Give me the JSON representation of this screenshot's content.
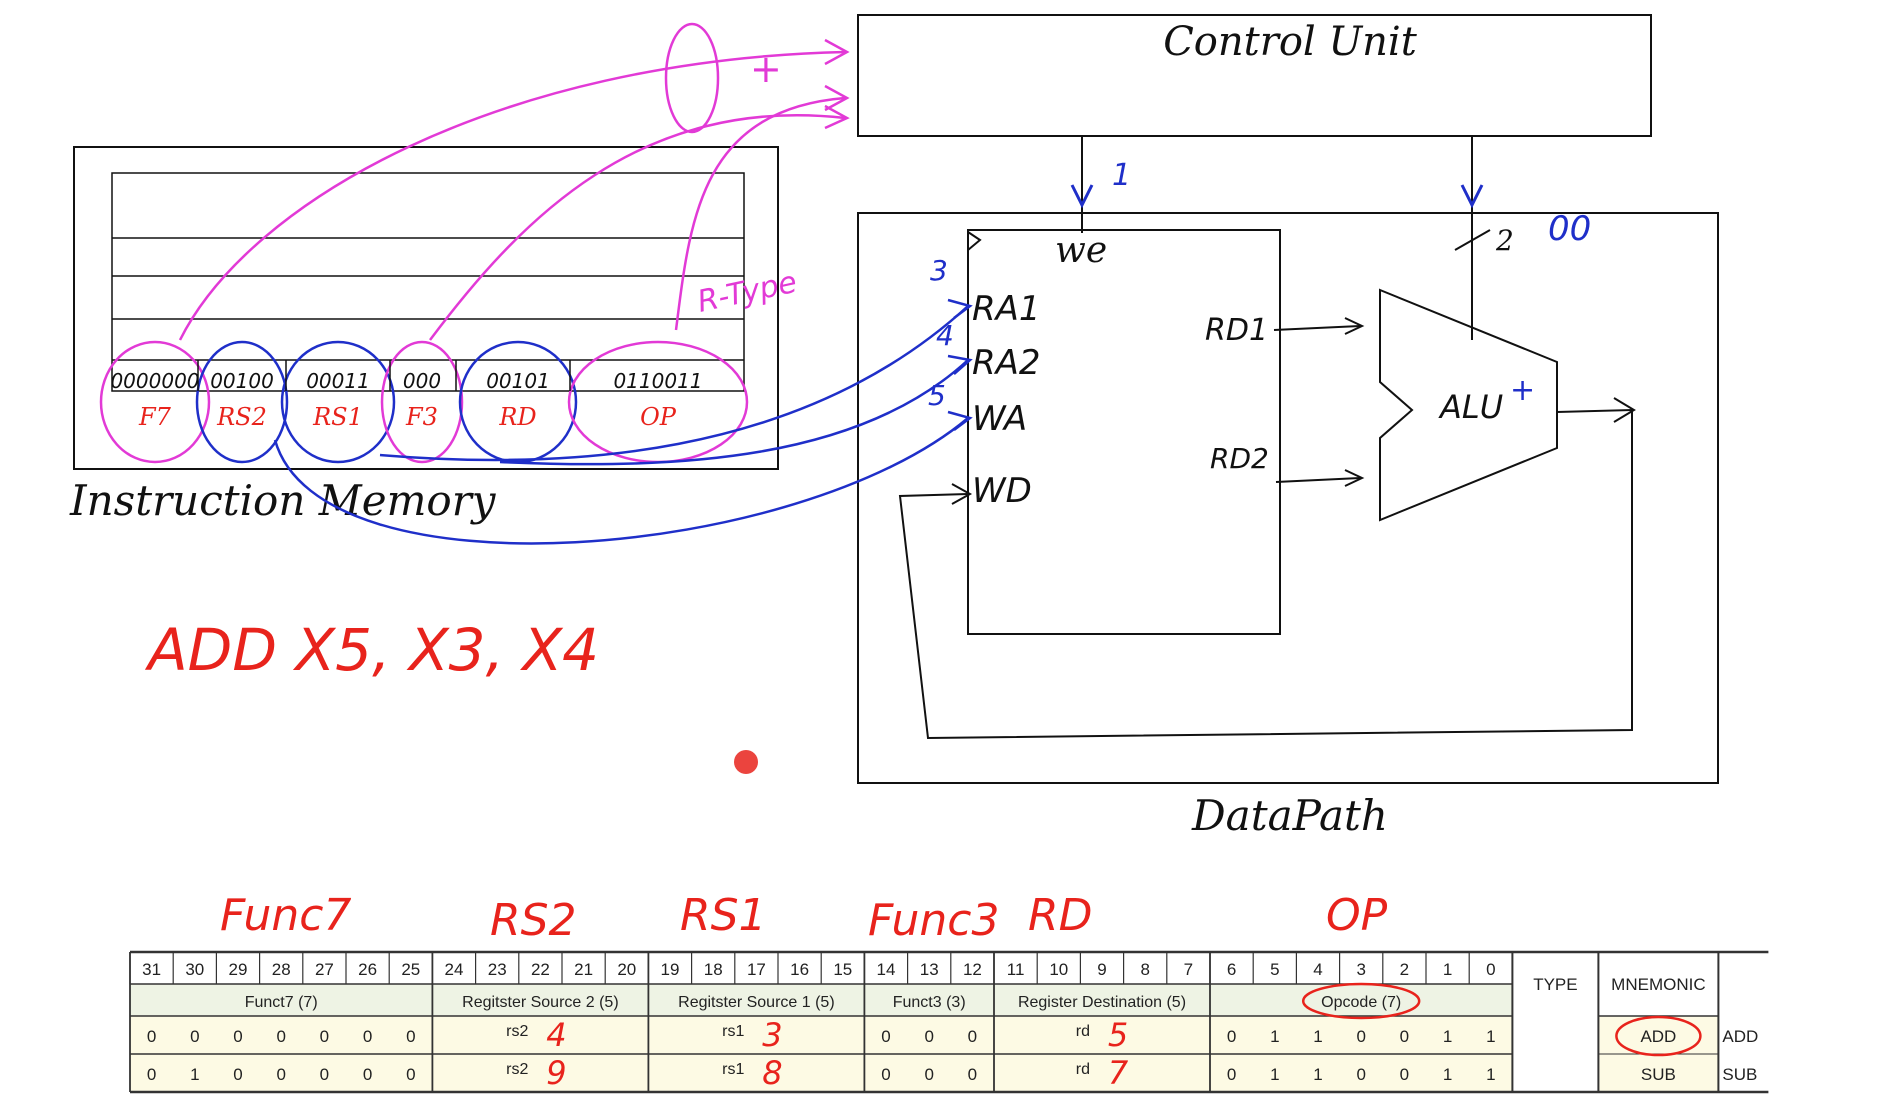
{
  "colors": {
    "ink": "#111111",
    "magenta": "#e23ad6",
    "blue": "#1f2fc9",
    "red": "#e8231c",
    "table_fill": "#fdfae4",
    "table_header": "#eef3e4",
    "table_line": "#333333"
  },
  "diagram": {
    "control_unit": "Control Unit",
    "datapath": "DataPath",
    "instr_mem": "Instruction Memory",
    "rtype": "R-Type",
    "op_mark": "+",
    "we_label": "we",
    "we_value": "1",
    "alu_ctrl_bits": "2",
    "alu_ctrl_value": "00",
    "alu": "ALU",
    "alu_op": "+",
    "rf_ports": {
      "ra1": "RA1",
      "ra2": "RA2",
      "wa": "WA",
      "wd": "WD",
      "rd1": "RD1",
      "rd2": "RD2"
    },
    "port_values": {
      "ra1": "3",
      "ra2": "4",
      "wa": "5"
    },
    "instruction_fields": [
      {
        "bits": "0000000",
        "label": "F7"
      },
      {
        "bits": "00100",
        "label": "RS2"
      },
      {
        "bits": "00011",
        "label": "RS1"
      },
      {
        "bits": "000",
        "label": "F3"
      },
      {
        "bits": "00101",
        "label": "RD"
      },
      {
        "bits": "0110011",
        "label": "OP"
      }
    ],
    "asm": "ADD X5, X3, X4"
  },
  "table_annotations": {
    "func7": "Func7",
    "rs2": "RS2",
    "rs1": "RS1",
    "func3": "Func3",
    "rd": "RD",
    "op": "OP"
  },
  "table": {
    "bits": [
      "31",
      "30",
      "29",
      "28",
      "27",
      "26",
      "25",
      "24",
      "23",
      "22",
      "21",
      "20",
      "19",
      "18",
      "17",
      "16",
      "15",
      "14",
      "13",
      "12",
      "11",
      "10",
      "9",
      "8",
      "7",
      "6",
      "5",
      "4",
      "3",
      "2",
      "1",
      "0"
    ],
    "type_header": "TYPE",
    "mnemonic_header": "MNEMONIC",
    "groups": [
      "Funct7 (7)",
      "Regitster Source 2 (5)",
      "Regitster Source 1 (5)",
      "Funct3 (3)",
      "Register Destination (5)",
      "Opcode (7)"
    ],
    "rows": [
      {
        "funct7": [
          "0",
          "0",
          "0",
          "0",
          "0",
          "0",
          "0"
        ],
        "rs2": "rs2",
        "rs2_val": "4",
        "rs1": "rs1",
        "rs1_val": "3",
        "funct3": [
          "0",
          "0",
          "0"
        ],
        "rd": "rd",
        "rd_val": "5",
        "opcode": [
          "0",
          "1",
          "1",
          "0",
          "0",
          "1",
          "1"
        ],
        "mnemonic": "ADD",
        "extra": "ADD"
      },
      {
        "funct7": [
          "0",
          "1",
          "0",
          "0",
          "0",
          "0",
          "0"
        ],
        "rs2": "rs2",
        "rs2_val": "9",
        "rs1": "rs1",
        "rs1_val": "8",
        "funct3": [
          "0",
          "0",
          "0"
        ],
        "rd": "rd",
        "rd_val": "7",
        "opcode": [
          "0",
          "1",
          "1",
          "0",
          "0",
          "1",
          "1"
        ],
        "mnemonic": "SUB",
        "extra": "SUB"
      }
    ]
  }
}
